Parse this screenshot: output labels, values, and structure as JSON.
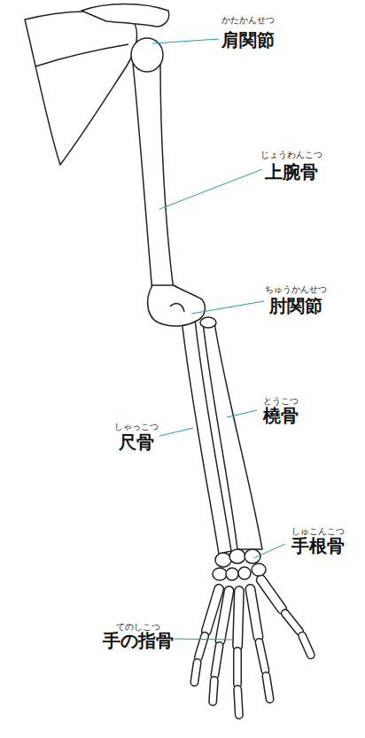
{
  "diagram": {
    "labels": [
      "かたかんせつ",
      "肩関節",
      "じょうわんこつ",
      "上腕骨",
      "ちゅうかんせつ",
      "肘関節",
      "とうこつ",
      "橈骨",
      "しゃっこつ",
      "尺骨",
      "しゅこんこつ",
      "手根骨",
      "てのしこつ",
      "手の指骨"
    ]
  }
}
